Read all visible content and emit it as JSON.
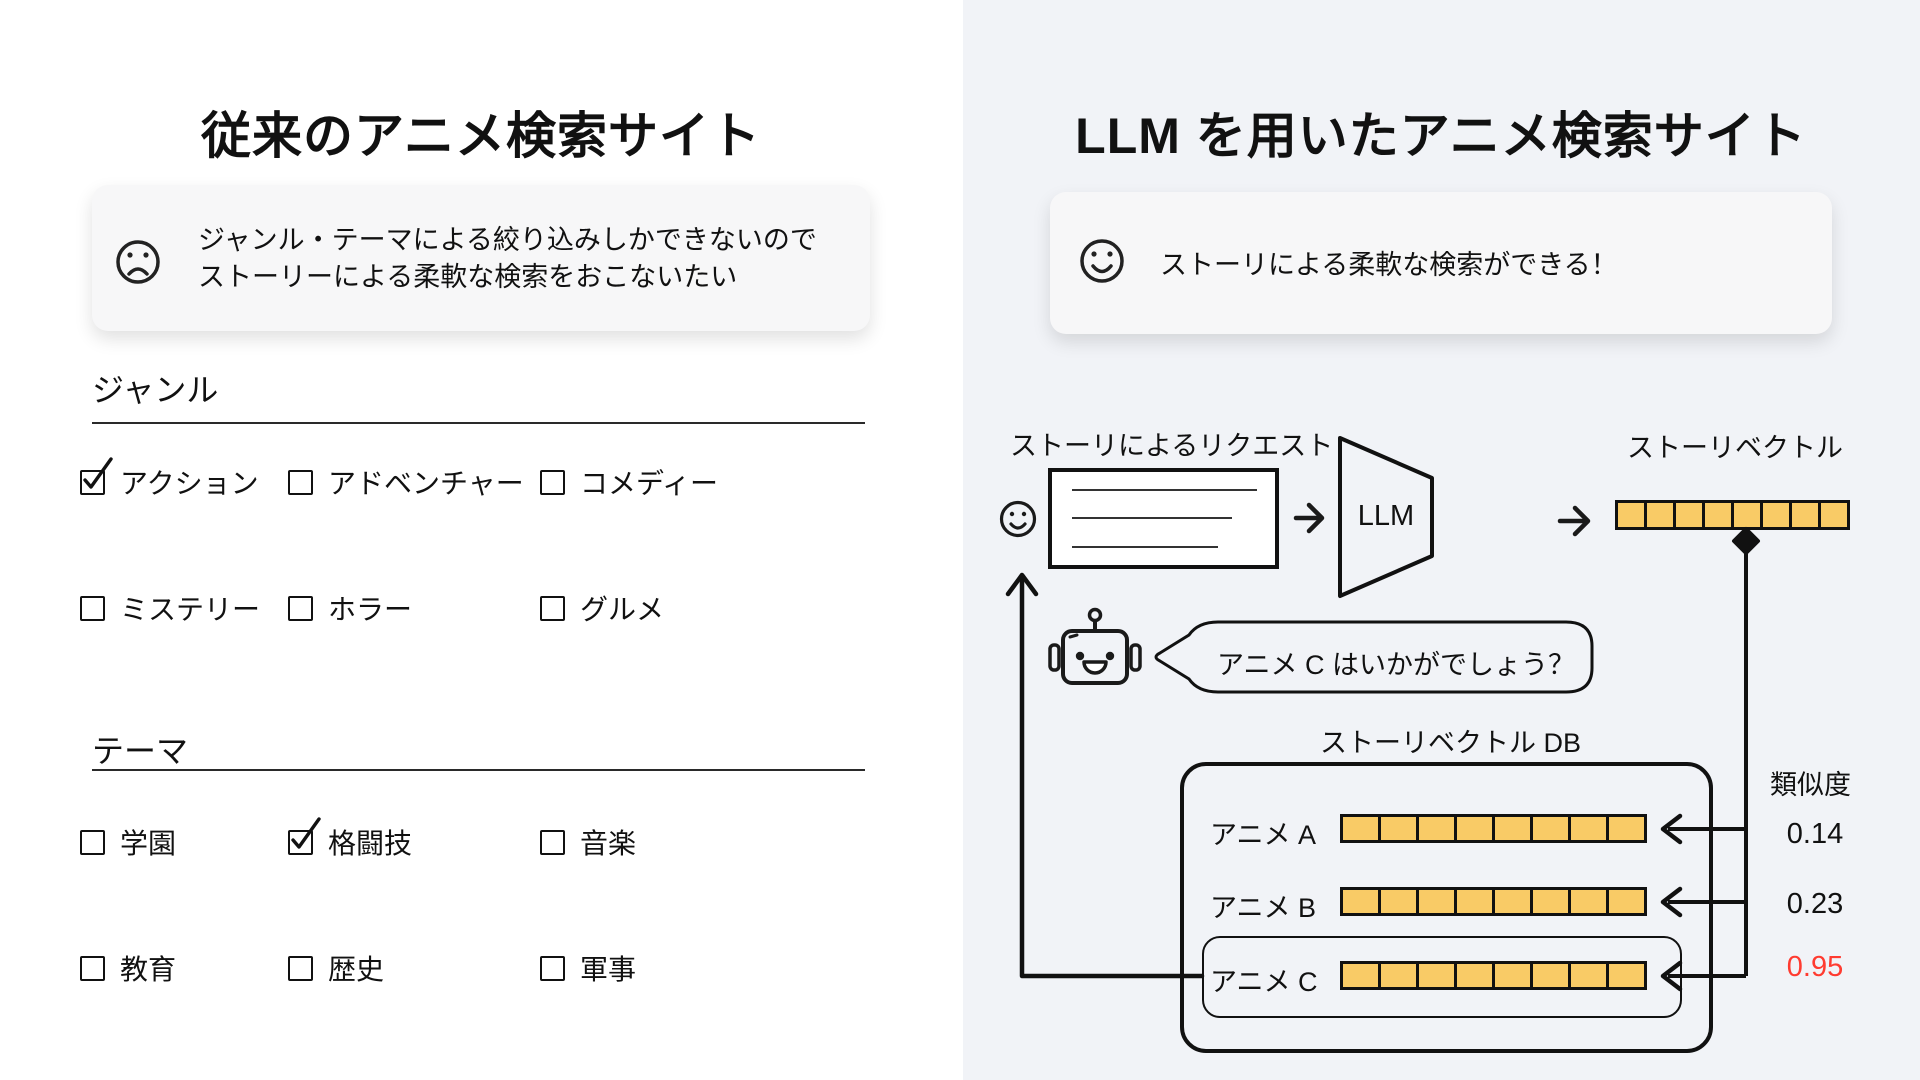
{
  "left": {
    "title": "従来のアニメ検索サイト",
    "card": {
      "icon": "sad-face",
      "line1": "ジャンル・テーマによる絞り込みしかできないので",
      "line2": "ストーリーによる柔軟な検索をおこないたい"
    },
    "sections": [
      {
        "heading": "ジャンル",
        "options": [
          {
            "label": "アクション",
            "checked": true
          },
          {
            "label": "アドベンチャー",
            "checked": false
          },
          {
            "label": "コメディー",
            "checked": false
          },
          {
            "label": "ミステリー",
            "checked": false
          },
          {
            "label": "ホラー",
            "checked": false
          },
          {
            "label": "グルメ",
            "checked": false
          }
        ]
      },
      {
        "heading": "テーマ",
        "options": [
          {
            "label": "学園",
            "checked": false
          },
          {
            "label": "格闘技",
            "checked": true
          },
          {
            "label": "音楽",
            "checked": false
          },
          {
            "label": "教育",
            "checked": false
          },
          {
            "label": "歴史",
            "checked": false
          },
          {
            "label": "軍事",
            "checked": false
          }
        ]
      }
    ]
  },
  "right": {
    "title": "LLM を用いたアニメ検索サイト",
    "card": {
      "icon": "smiley-face",
      "text": "ストーリによる柔軟な検索ができる！"
    },
    "flow": {
      "user_icon": "smiley-face",
      "bot_icon": "robot",
      "request_label": "ストーリによるリクエスト",
      "llm_label": "LLM",
      "vector_label": "ストーリベクトル",
      "bot_message": "アニメ C はいかがでしょう？",
      "db_label": "ストーリベクトル DB",
      "similarity_label": "類似度",
      "vector_cells": 8,
      "rows": [
        {
          "name": "アニメ A",
          "similarity": "0.14",
          "highlight": false
        },
        {
          "name": "アニメ B",
          "similarity": "0.23",
          "highlight": false
        },
        {
          "name": "アニメ C",
          "similarity": "0.95",
          "highlight": true
        }
      ]
    },
    "colors": {
      "vector_fill": "#F9CB66",
      "highlight_value": "#FF3B30",
      "panel_bg": "#F1F3F7"
    }
  }
}
